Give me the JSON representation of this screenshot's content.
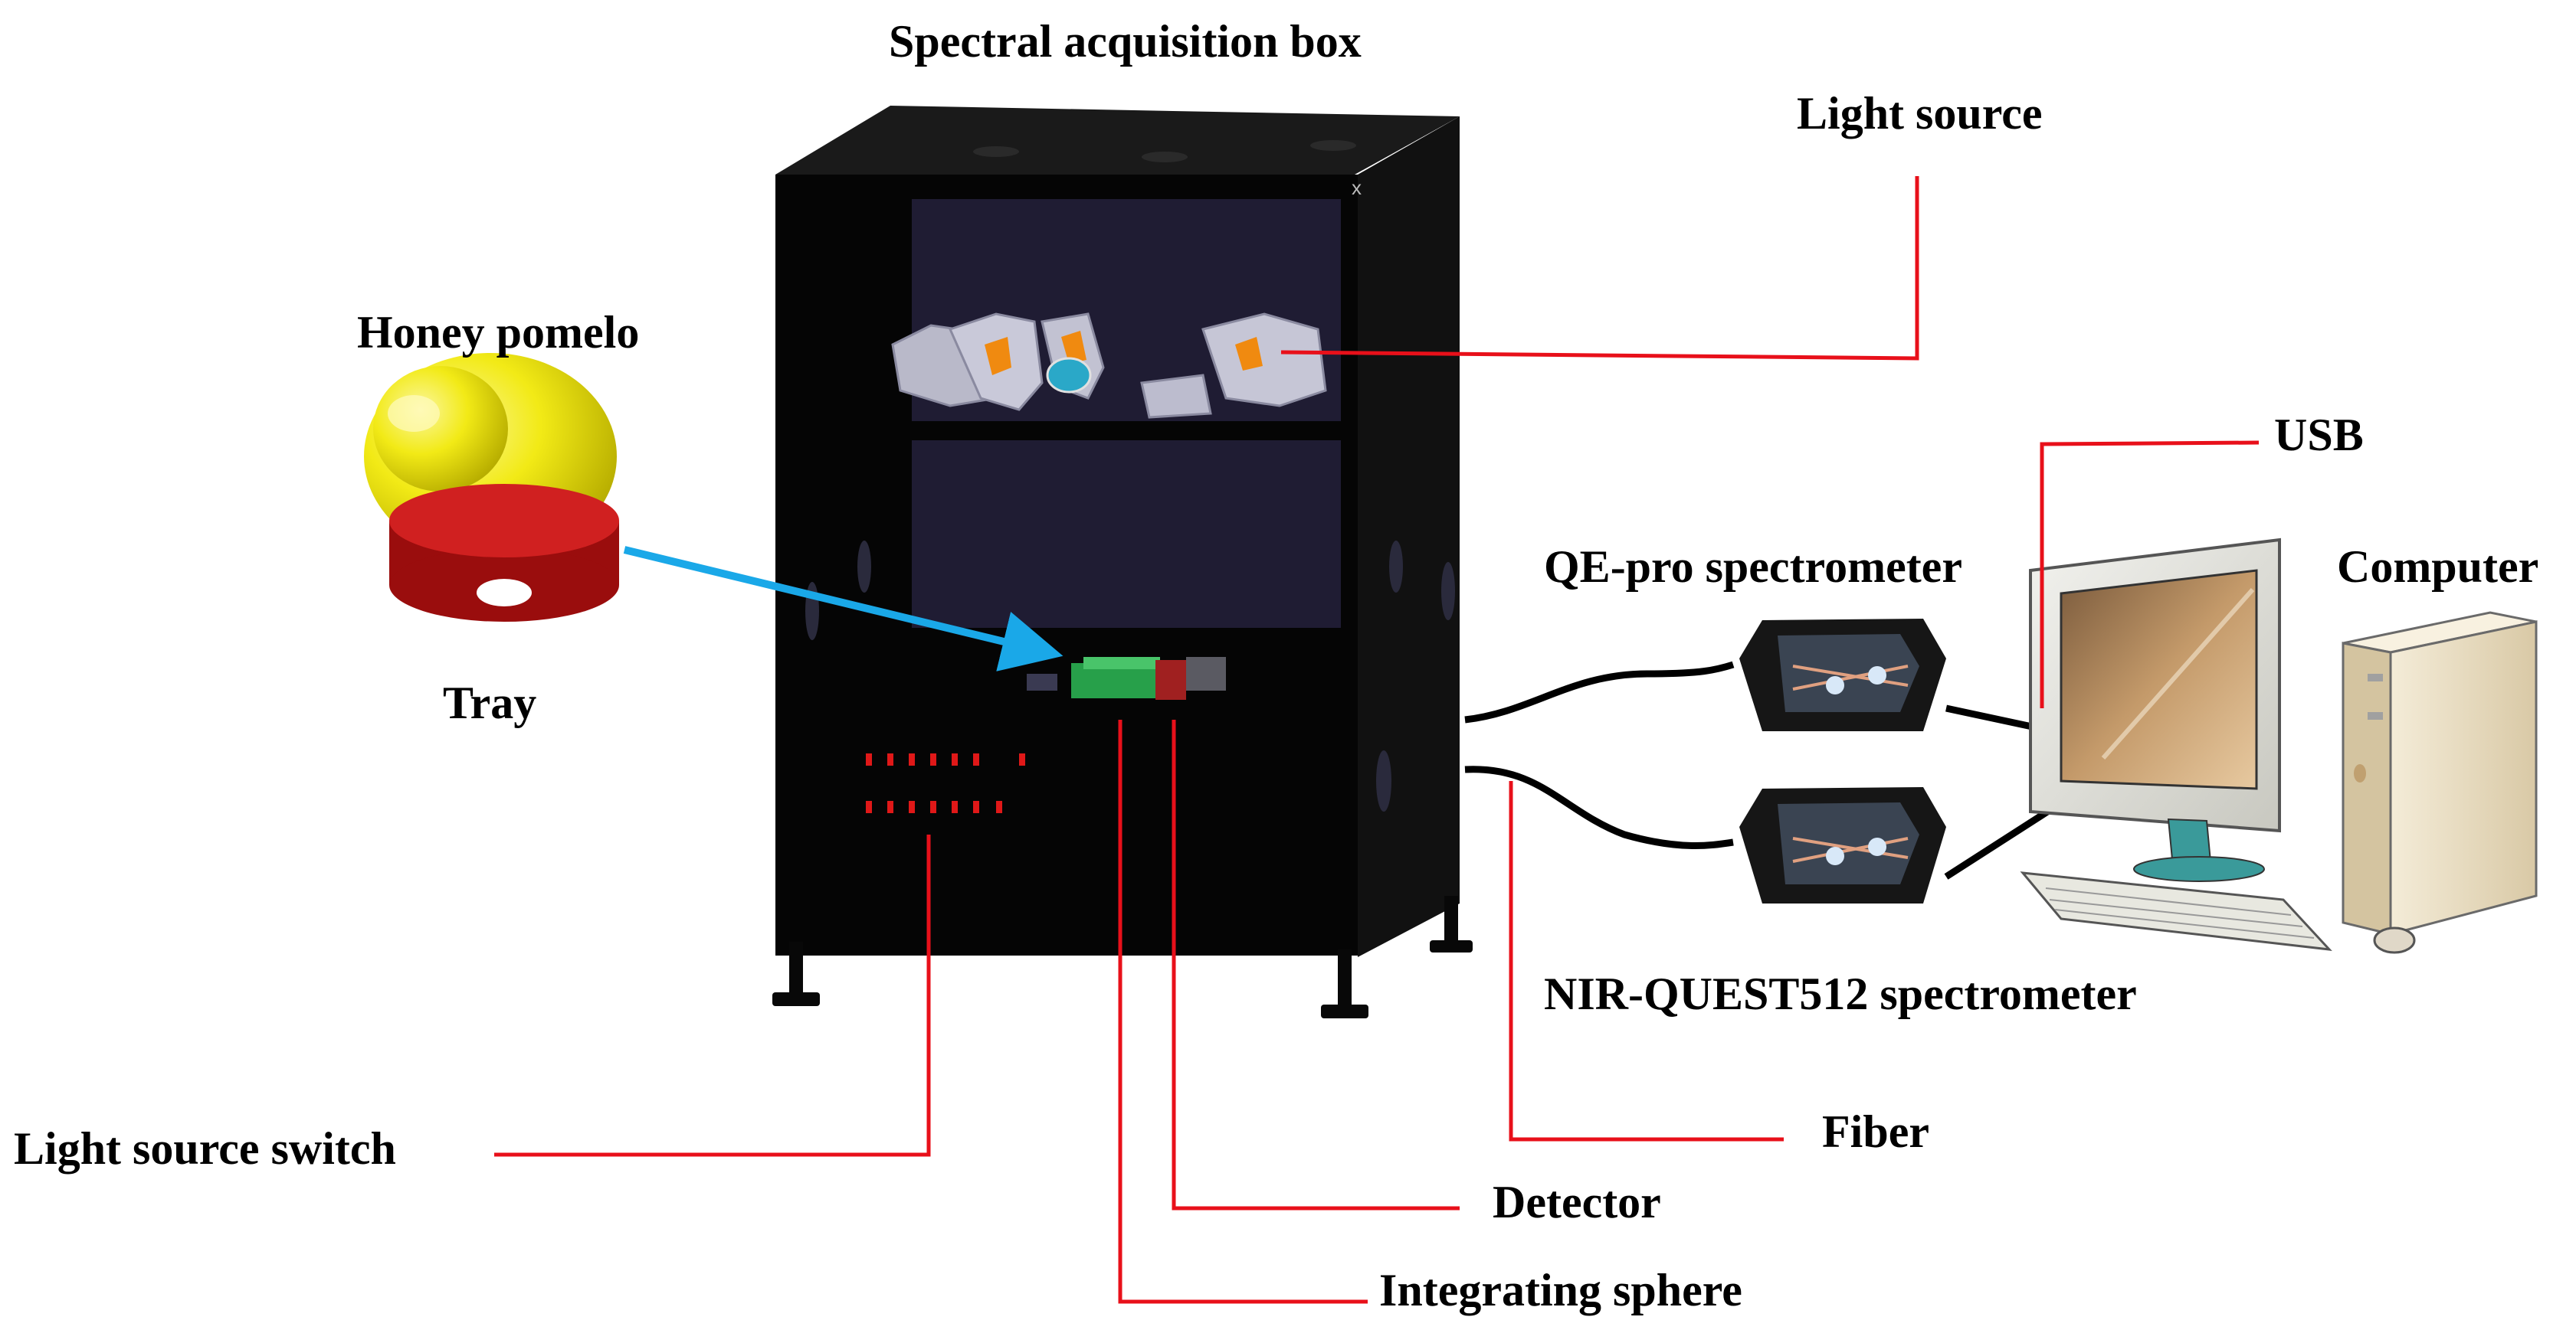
{
  "labels": {
    "spectral_box": "Spectral acquisition box",
    "light_source": "Light source",
    "honey_pomelo": "Honey pomelo",
    "tray": "Tray",
    "usb": "USB",
    "qe_pro": "QE-pro spectrometer",
    "computer": "Computer",
    "nir_quest": "NIR-QUEST512 spectrometer",
    "fiber": "Fiber",
    "light_source_switch": "Light source switch",
    "detector": "Detector",
    "integrating_sphere": "Integrating sphere",
    "box_mark": "x"
  },
  "colors": {
    "leader": "#e8101a",
    "arrow": "#1aa8e8",
    "box": "#060606",
    "pomelo": "#f0ea1a",
    "tray": "#b01010"
  }
}
